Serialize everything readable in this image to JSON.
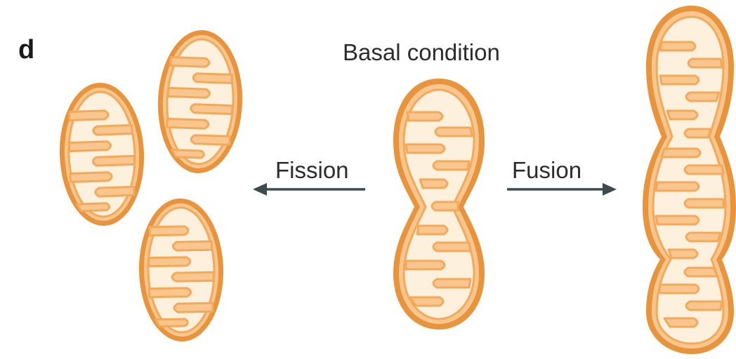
{
  "panel": {
    "letter": "d"
  },
  "states": {
    "basal_label": "Basal condition",
    "fission_label": "Fission",
    "fusion_label": "Fusion"
  },
  "colors": {
    "outer_membrane": "#E8943C",
    "intermembrane": "#F8C68E",
    "matrix": "#FDF0DC",
    "cristae_line": "#F3A95A",
    "arrow": "#3E4A4E"
  }
}
